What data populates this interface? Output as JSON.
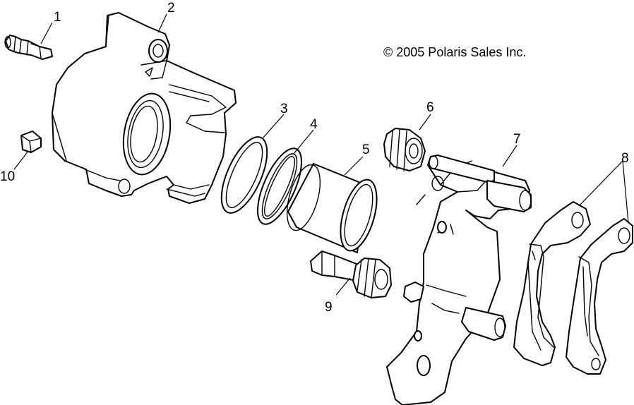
{
  "copyright": "© 2005 Polaris Sales Inc.",
  "callouts": [
    {
      "id": "1",
      "label": "1",
      "part": "bleeder-screw"
    },
    {
      "id": "2",
      "label": "2",
      "part": "caliper-body"
    },
    {
      "id": "3",
      "label": "3",
      "part": "seal-ring"
    },
    {
      "id": "4",
      "label": "4",
      "part": "seal-ring"
    },
    {
      "id": "5",
      "label": "5",
      "part": "piston"
    },
    {
      "id": "6",
      "label": "6",
      "part": "boot"
    },
    {
      "id": "7",
      "label": "7",
      "part": "mounting-bracket"
    },
    {
      "id": "8",
      "label": "8",
      "part": "brake-pad"
    },
    {
      "id": "9",
      "label": "9",
      "part": "slide-pin"
    },
    {
      "id": "10",
      "label": "10",
      "part": "cap"
    }
  ],
  "colors": {
    "line": "#000000",
    "background": "#ffffff"
  }
}
